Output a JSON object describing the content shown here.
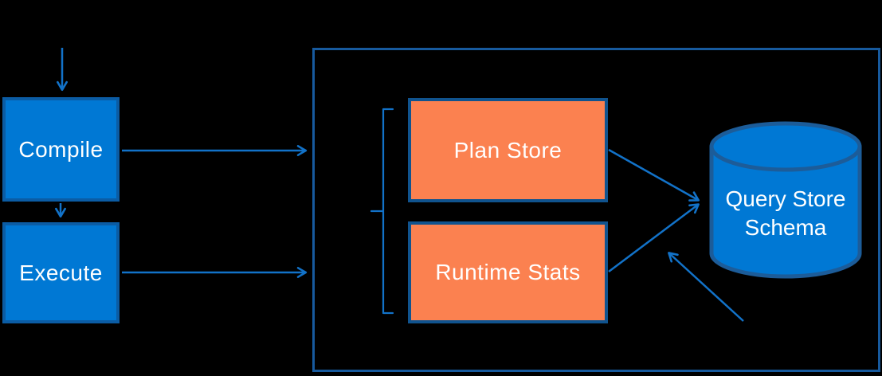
{
  "diagram": {
    "title_hint": "Query Store architecture flow diagram",
    "nodes": {
      "compile": {
        "label": "Compile"
      },
      "execute": {
        "label": "Execute"
      },
      "plan_store": {
        "label": "Plan Store"
      },
      "runtime_stats": {
        "label": "Runtime Stats"
      },
      "query_store_schema": {
        "label": "Query Store Schema"
      }
    },
    "edges": [
      {
        "from": "external-top",
        "to": "compile",
        "direction": "down"
      },
      {
        "from": "compile",
        "to": "execute",
        "direction": "down"
      },
      {
        "from": "compile",
        "to": "query-store-container",
        "direction": "right"
      },
      {
        "from": "execute",
        "to": "query-store-container",
        "direction": "right"
      },
      {
        "from": "plan_store",
        "to": "query_store_schema",
        "direction": "right-down"
      },
      {
        "from": "runtime_stats",
        "to": "query_store_schema",
        "direction": "right-up"
      },
      {
        "from": "external-bottom",
        "to": "schema-write-path",
        "direction": "up-left"
      }
    ],
    "colors": {
      "background": "#000000",
      "node_fill_blue": "#0078D4",
      "node_border_blue": "#0B5CA4",
      "node_fill_orange": "#FB8150",
      "node_border_orange": "#10538E",
      "container_border": "#175A9E",
      "arrow": "#1272C8",
      "cylinder_fill": "#0078D4",
      "cylinder_border": "#1C5C99",
      "label_text": "#FFFFFF"
    }
  }
}
